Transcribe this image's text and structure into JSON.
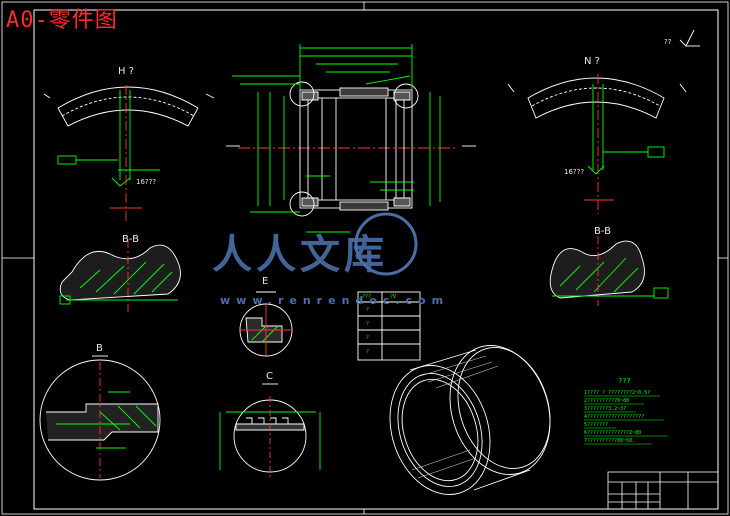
{
  "title": "A0-零件图",
  "views": {
    "left_arc_label": "H ?",
    "right_arc_label": "N ?",
    "section_left": "B-B",
    "section_right": "B-B",
    "detail_e": "E",
    "detail_b": "B",
    "detail_c": "C",
    "tol_left": "16???",
    "tol_right": "16???",
    "roughness": "??"
  },
  "table_header": [
    "???",
    "?V"
  ],
  "table_rows": [
    "?",
    "?",
    "?",
    "?"
  ],
  "notes_title": "???",
  "notes": [
    "1???? ? ????????2~0.5?",
    "2?????????70~80",
    "3???????3.2~3?",
    "4???????????????????",
    "5???????",
    "6??????????????2~80",
    "7??????????80~50."
  ],
  "watermark": {
    "cn": "人人文库",
    "url": "www.renrendoc.com"
  }
}
